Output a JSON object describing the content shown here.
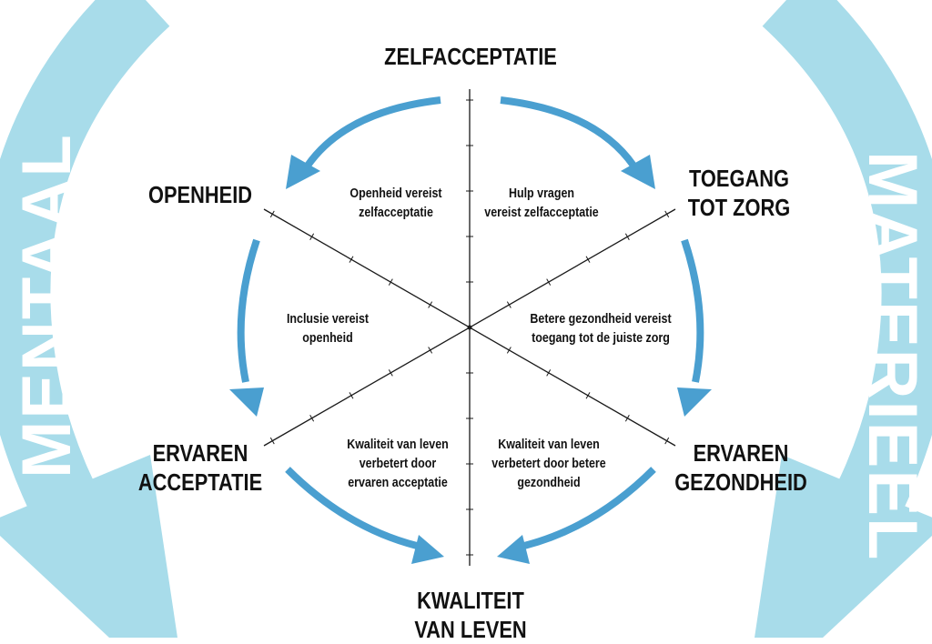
{
  "colors": {
    "outer_arrow": "#a8dcea",
    "inner_arrow": "#4a9fd0",
    "axis": "#1a1a1a",
    "text": "#111111",
    "outer_text": "#ffffff"
  },
  "outer": {
    "left_label": "MENTAAL",
    "right_label": "MATERIEEL"
  },
  "nodes": {
    "top": [
      "ZELFACCEPTATIE"
    ],
    "upper_left": [
      "OPENHEID"
    ],
    "upper_right": [
      "TOEGANG",
      "TOT ZORG"
    ],
    "lower_left": [
      "ERVAREN",
      "ACCEPTATIE"
    ],
    "lower_right": [
      "ERVAREN",
      "GEZONDHEID"
    ],
    "bottom": [
      "KWALITEIT",
      "VAN LEVEN"
    ]
  },
  "notes": {
    "top_left": [
      "Openheid vereist",
      "zelfacceptatie"
    ],
    "top_right": [
      "Hulp vragen",
      "vereist zelfacceptatie"
    ],
    "middle_left": [
      "Inclusie vereist",
      "openheid"
    ],
    "middle_right": [
      "Betere gezondheid vereist",
      "toegang tot de juiste zorg"
    ],
    "bottom_left": [
      "Kwaliteit van leven",
      "verbetert door",
      "ervaren acceptatie"
    ],
    "bottom_right": [
      "Kwaliteit van leven",
      "verbetert door betere",
      "gezondheid"
    ]
  }
}
